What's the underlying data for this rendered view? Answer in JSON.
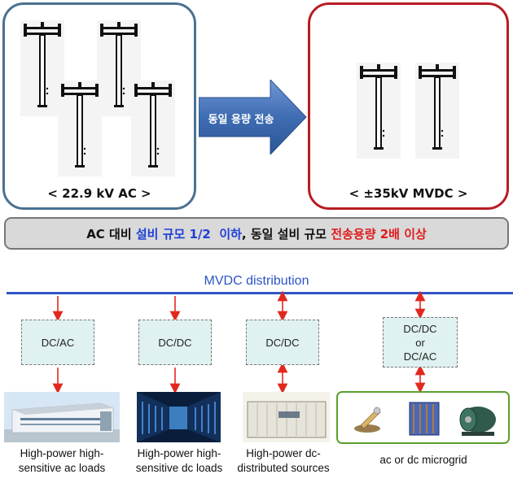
{
  "top": {
    "left_panel": {
      "caption": "< 22.9 kV AC >",
      "border_color": "#4a7191",
      "pole_count": 4
    },
    "arrow": {
      "label": "동일 용량 전송",
      "color": "#3f6db3"
    },
    "right_panel": {
      "caption": "< ±35kV MVDC >",
      "border_color": "#b81c24",
      "pole_count": 2
    }
  },
  "banner": {
    "segments": [
      {
        "text": "AC 대비 ",
        "color": "#111111"
      },
      {
        "text": "설비 규모 1/2  이하",
        "color": "#1f3fd6"
      },
      {
        "text": ", 동일 설비 규모 ",
        "color": "#111111"
      },
      {
        "text": "전송용량 2배 이상",
        "color": "#e01b1b"
      }
    ]
  },
  "distribution": {
    "title": "MVDC distribution",
    "bus_color": "#2f56c8",
    "converters": [
      {
        "label_lines": [
          "DC/AC"
        ],
        "arrow_up": "↓",
        "arrow_down": "↓"
      },
      {
        "label_lines": [
          "DC/DC"
        ],
        "arrow_up": "↓",
        "arrow_down": "↓"
      },
      {
        "label_lines": [
          "DC/DC"
        ],
        "arrow_up": "↕",
        "arrow_down": "↕"
      },
      {
        "label_lines": [
          "DC/DC",
          "or",
          "DC/AC"
        ],
        "arrow_up": "↕",
        "arrow_down": "↕"
      }
    ],
    "loads": [
      {
        "lines": [
          "High-power high-",
          "sensitive ac loads"
        ],
        "image": "factory-building"
      },
      {
        "lines": [
          "High-power high-",
          "sensitive dc loads"
        ],
        "image": "server-room"
      },
      {
        "lines": [
          "High-power dc-",
          "distributed sources"
        ],
        "image": "container-generator"
      },
      {
        "lines": [
          "ac or dc microgrid"
        ],
        "image": "microgrid-equipment"
      }
    ],
    "microgrid_border_color": "#5aa02c",
    "arrow_color": "#e0281e"
  }
}
